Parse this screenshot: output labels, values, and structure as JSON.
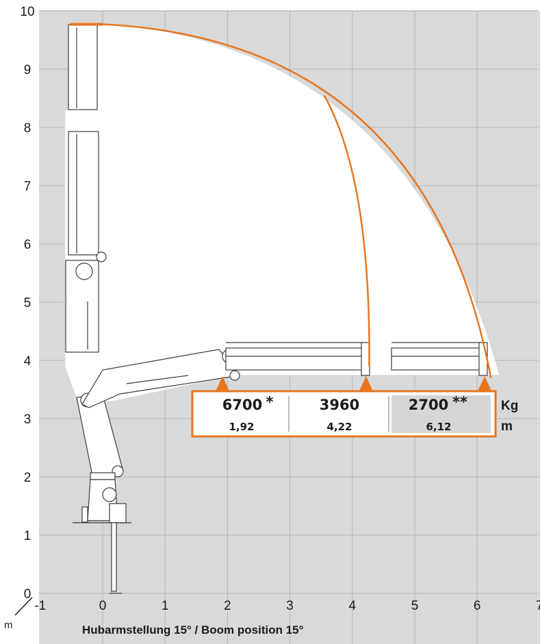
{
  "caption": "Hubarmstellung 15° / Boom position 15°",
  "axis": {
    "unit_label": "m",
    "x_ticks": [
      "-1",
      "0",
      "1",
      "2",
      "3",
      "4",
      "5",
      "6",
      "7"
    ],
    "y_ticks": [
      "0",
      "1",
      "2",
      "3",
      "4",
      "5",
      "6",
      "7",
      "8",
      "9",
      "10"
    ],
    "xlim": [
      -1,
      7
    ],
    "ylim": [
      0,
      10
    ]
  },
  "load_table": {
    "load_unit": "Kg",
    "reach_unit": "m",
    "columns": [
      {
        "load": "6700",
        "mark": "*",
        "reach": "1,92",
        "reach_value": 1.92,
        "highlight": false
      },
      {
        "load": "3960",
        "mark": "",
        "reach": "4,22",
        "reach_value": 4.22,
        "highlight": false
      },
      {
        "load": "2700",
        "mark": "**",
        "reach": "6,12",
        "reach_value": 6.12,
        "highlight": true
      }
    ]
  },
  "colors": {
    "accent": "#e8761e",
    "grid_background": "#d9d9d9",
    "working_area": "#ffffff",
    "highlight_cell": "#d6d6d6"
  }
}
